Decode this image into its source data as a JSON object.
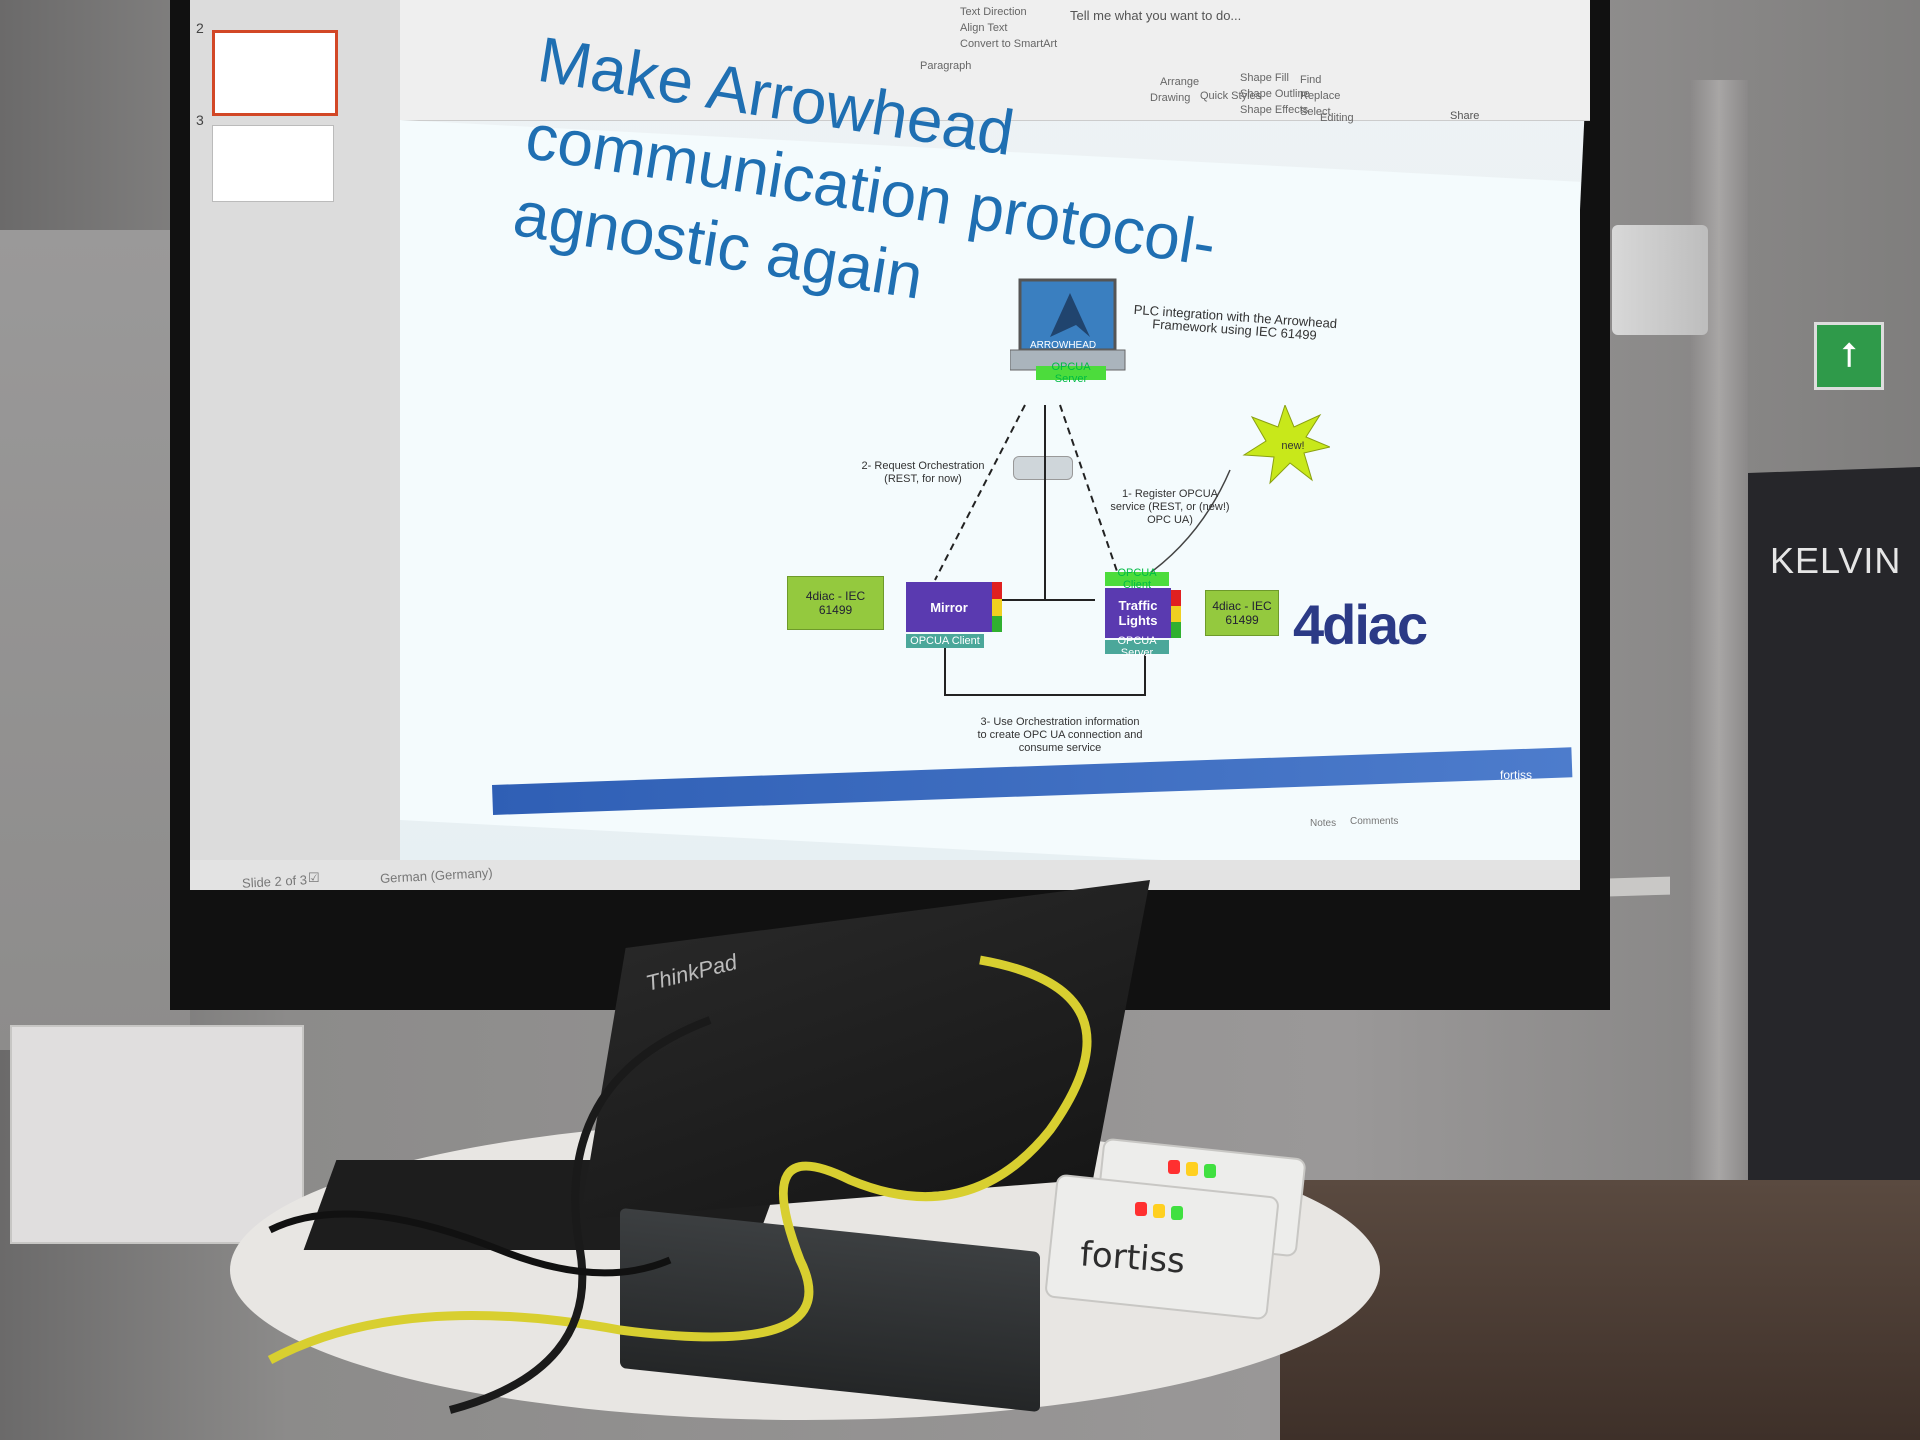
{
  "room": {
    "door_sign": "KELVIN"
  },
  "powerpoint": {
    "ribbon": {
      "tell_me": "Tell me what you want to do...",
      "groups": [
        "Paragraph",
        "Drawing",
        "Editing"
      ],
      "items": [
        "Text Direction",
        "Align Text",
        "Convert to SmartArt",
        "Arrange",
        "Quick Styles",
        "Shape Fill",
        "Shape Outline",
        "Shape Effects",
        "Find",
        "Replace",
        "Select"
      ],
      "share": "Share"
    },
    "slide_numbers": [
      "2",
      "3"
    ],
    "status": {
      "slide_indicator": "Slide 2 of 3",
      "language": "German (Germany)",
      "notes": "Notes",
      "comments": "Comments"
    }
  },
  "slide": {
    "title": "Make Arrowhead communication protocol-agnostic again",
    "diagram_title": "PLC integration with the Arrowhead Framework using IEC 61499",
    "arrowhead_label": "ARROWHEAD",
    "opcua_server_top": "OPCUA Server",
    "new_label": "new!",
    "step1": "1- Register OPCUA service (REST, or (new!) OPC UA)",
    "step2": "2- Request Orchestration (REST, for now)",
    "step3": "3- Use Orchestration information to create OPC UA connection and consume service",
    "left_4diac": "4diac - IEC 61499",
    "mirror": "Mirror",
    "mirror_client": "OPCUA Client",
    "traffic_client": "OPCUA Client",
    "traffic_lights": "Traffic Lights",
    "traffic_server": "OPCUA Server",
    "right_4diac": "4diac - IEC 61499",
    "logo_4diac": "4diac",
    "footer": "fortiss"
  },
  "desk": {
    "laptop_brand": "ThinkPad",
    "device_brand": "fortiss"
  },
  "colors": {
    "title_blue": "#1f6fb2",
    "diagram_green": "#94c93e",
    "diagram_purple": "#5a3ab0",
    "diagram_teal": "#4ba79a",
    "star_yellow": "#c8e81a"
  }
}
